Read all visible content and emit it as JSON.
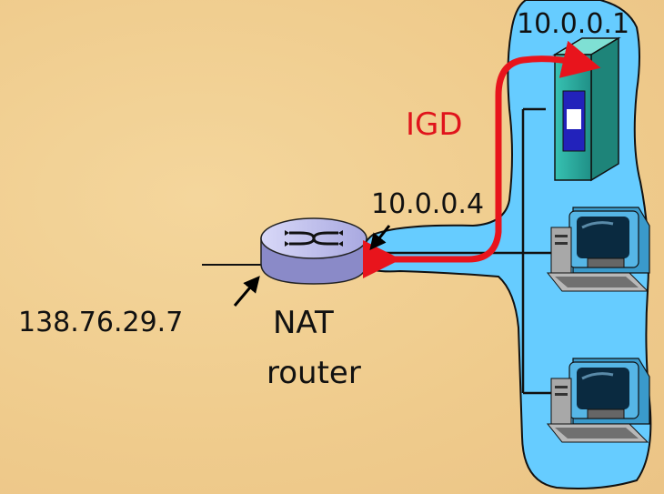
{
  "labels": {
    "ip_inside_server": "10.0.0.1",
    "ip_router_inside": "10.0.0.4",
    "ip_router_outside": "138.76.29.7",
    "nat_line1": "NAT",
    "nat_line2": "router",
    "igd": "IGD"
  },
  "colors": {
    "background": "#f1cf93",
    "lan_region": "#66ccff",
    "igd_arrow": "#e8141c",
    "server_body": "#2fb5a6",
    "router_body": "#b8b8e8"
  },
  "icons": [
    "router-icon",
    "server-icon",
    "desktop-computer-icon",
    "desktop-computer-icon"
  ]
}
